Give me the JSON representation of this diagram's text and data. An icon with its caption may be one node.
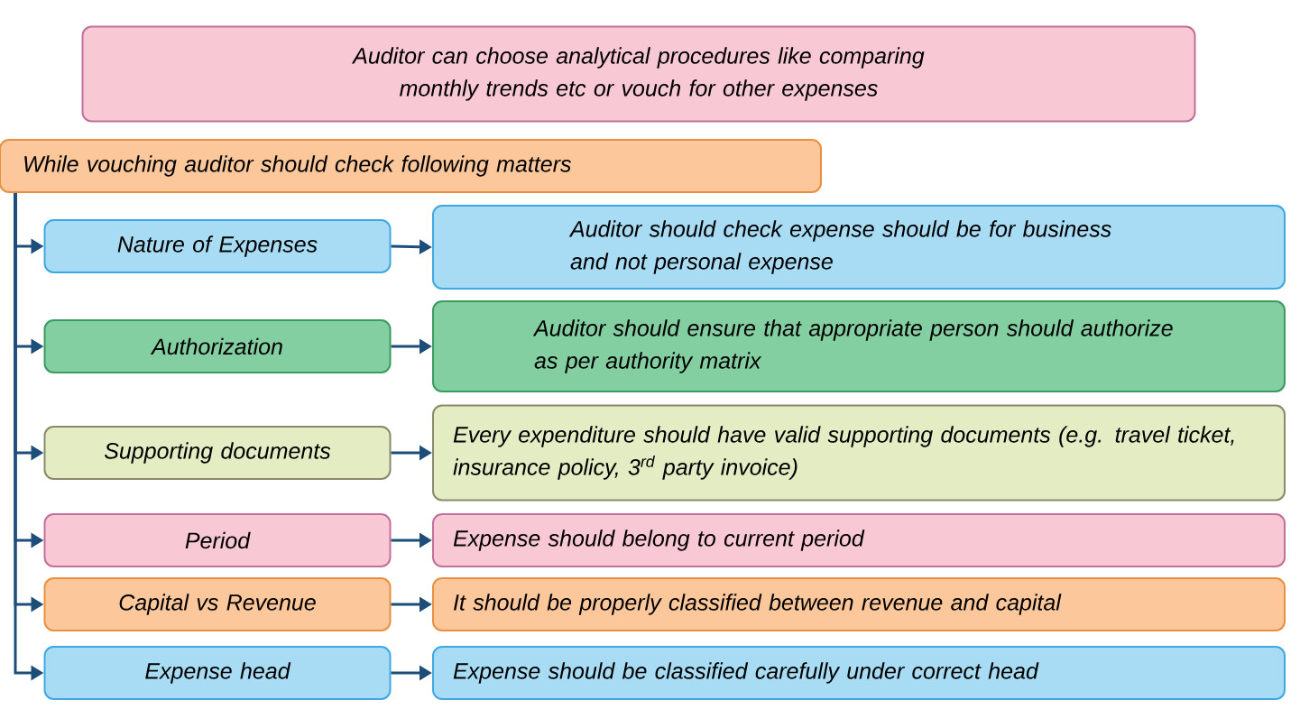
{
  "diagram": {
    "nodes": [
      {
        "text": [
          "Auditor can choose analytical procedures like comparing monthly trends etc or vouch for other expenses"
        ]
      },
      {
        "text": [
          "While vouching auditor should check following matters"
        ]
      },
      {
        "text": [
          "Nature of Expenses"
        ]
      },
      {
        "text": [
          "Authorization"
        ]
      },
      {
        "text": [
          "Supporting documents"
        ]
      },
      {
        "text": [
          "Period"
        ]
      },
      {
        "text": [
          "Capital vs Revenue"
        ]
      },
      {
        "text": [
          "Expense head"
        ]
      },
      {
        "text": [
          "Auditor should check expense should be for business and not personal expense"
        ]
      },
      {
        "text": [
          "Auditor should ensure that appropriate person should authorize as per authority matrix"
        ]
      },
      {
        "text": [
          "Every expenditure should have valid supporting documents (e.g. travel ticket, insurance policy, 3$^{rd}$ party invoice)"
        ]
      },
      {
        "text": [
          "Expense should belong to current period"
        ]
      },
      {
        "text": [
          "It should be properly classified between revenue and capital"
        ]
      },
      {
        "text": [
          "Expense should be classified carefully under correct head"
        ]
      }
    ],
    "edges": [
      {
        "from": 1,
        "to": 2,
        "arrow": "to"
      },
      {
        "from": 1,
        "to": 3,
        "arrow": "to"
      },
      {
        "from": 1,
        "to": 4,
        "arrow": "to"
      },
      {
        "from": 1,
        "to": 5,
        "arrow": "to"
      },
      {
        "from": 1,
        "to": 6,
        "arrow": "to"
      },
      {
        "from": 1,
        "to": 7,
        "arrow": "to"
      },
      {
        "from": 2,
        "to": 8,
        "arrow": "to"
      },
      {
        "from": 3,
        "to": 9,
        "arrow": "to"
      },
      {
        "from": 4,
        "to": 10,
        "arrow": "to"
      },
      {
        "from": 5,
        "to": 11,
        "arrow": "to"
      },
      {
        "from": 6,
        "to": 12,
        "arrow": "to"
      },
      {
        "from": 7,
        "to": 13,
        "arrow": "to"
      }
    ]
  }
}
